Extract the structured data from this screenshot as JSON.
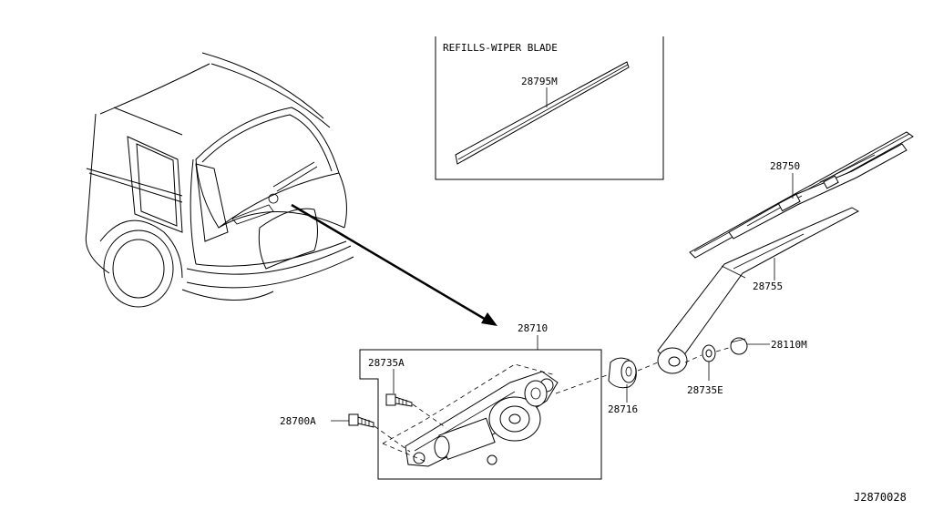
{
  "inset": {
    "title": "REFILLS-WIPER BLADE"
  },
  "labels": {
    "refill": "28795M",
    "blade": "28750",
    "arm": "28755",
    "cap": "28110M",
    "nut": "28735E",
    "grommet": "28716",
    "motor_assy": "28710",
    "bolt_a": "28735A",
    "bolt_b": "28700A"
  },
  "drawing_code": "J2870028"
}
